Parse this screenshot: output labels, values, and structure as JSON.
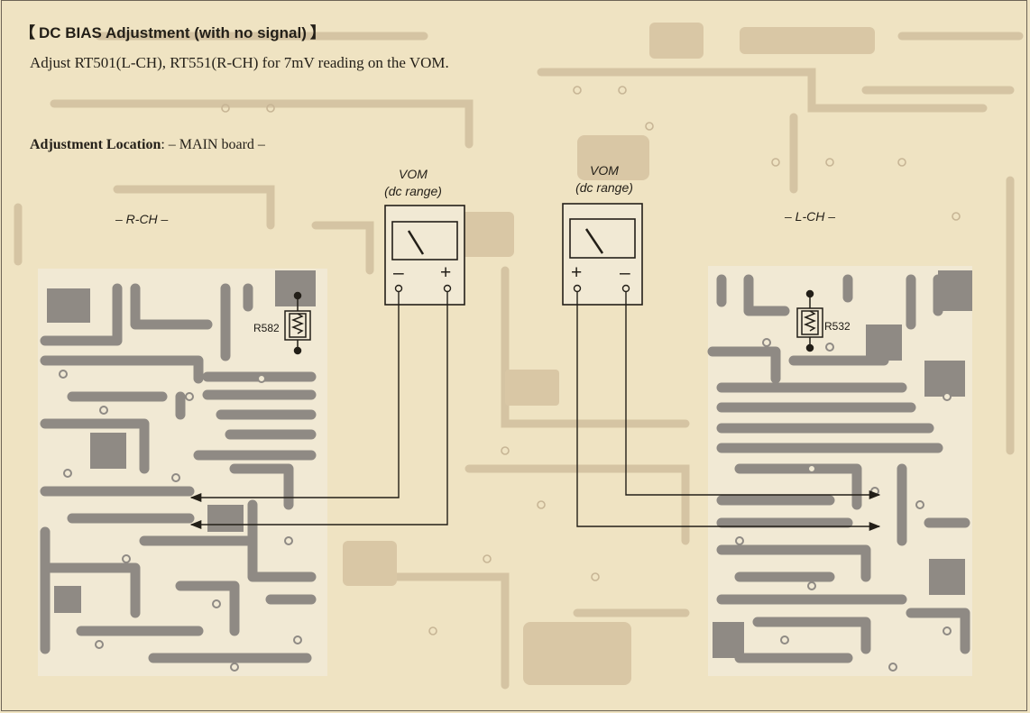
{
  "heading": {
    "open_bracket": "【",
    "text": "DC BIAS Adjustment (with no signal)",
    "close_bracket": "】"
  },
  "instruction": "Adjust RT501(L-CH), RT551(R-CH) for 7mV reading on the VOM.",
  "location": {
    "label": "Adjustment Location",
    "colon": ":",
    "value": "– MAIN board –"
  },
  "channels": {
    "right": "– R-CH –",
    "left": "– L-CH –"
  },
  "meters": [
    {
      "title": "VOM",
      "subtitle": "(dc range)",
      "terminal_left": "–",
      "terminal_right": "+"
    },
    {
      "title": "VOM",
      "subtitle": "(dc range)",
      "terminal_left": "+",
      "terminal_right": "–"
    }
  ],
  "resistors": {
    "right_board": "R582",
    "left_board": "R532"
  },
  "colors": {
    "paper": "#efe3c2",
    "ghost_traces": "#d7c7a6",
    "copper_traces": "#8f8a84",
    "ink": "#231f18"
  }
}
